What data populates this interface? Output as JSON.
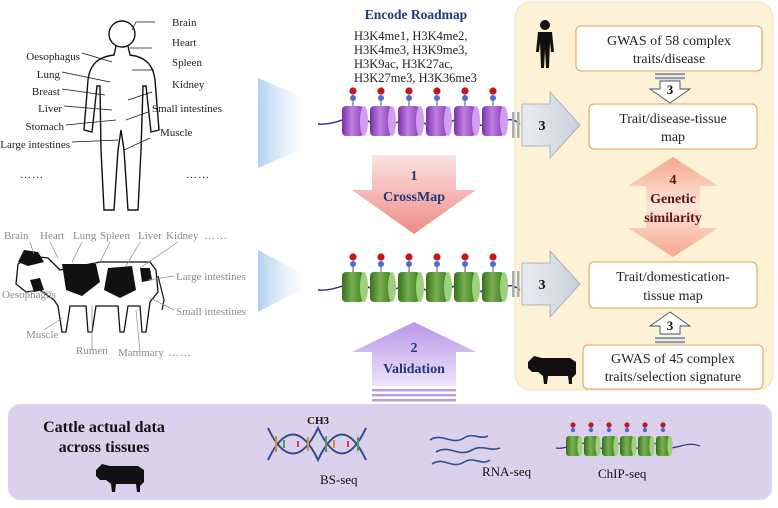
{
  "human": {
    "left_labels": [
      "Oesophagus",
      "Lung",
      "Breast",
      "Liver",
      "Stomach",
      "Large intestines"
    ],
    "right_labels": [
      "Brain",
      "Heart",
      "Spleen",
      "Kidney",
      "Small intestines",
      "Muscle"
    ],
    "ellipsis": "……"
  },
  "cattle": {
    "top_labels": [
      "Brain",
      "Heart",
      "Lung",
      "Spleen",
      "Liver",
      "Kidney",
      "……"
    ],
    "right_labels": [
      "Large intestines",
      "Small intestines"
    ],
    "left_labels": [
      "Oesophagus",
      "Muscle"
    ],
    "bottom_labels": [
      "Rumen",
      "Mammary",
      "……"
    ]
  },
  "encode": {
    "title": "Encode Roadmap",
    "marks": [
      "H3K4me1, H3K4me2,",
      "H3K4me3, H3K9me3,",
      "H3K9ac, H3K27ac,",
      "H3K27me3, H3K36me3"
    ]
  },
  "crossmap": {
    "number": "1",
    "label": "CrossMap"
  },
  "validation": {
    "number": "2",
    "label": "Validation"
  },
  "step3": "3",
  "boxes": {
    "gwas_human": [
      "GWAS of 58 complex",
      "traits/disease"
    ],
    "trait_tissue": [
      "Trait/disease-tissue",
      "map"
    ],
    "domestication": [
      "Trait/domestication-",
      "tissue map"
    ],
    "gwas_cattle": [
      "GWAS of 45 complex",
      "traits/selection signature"
    ]
  },
  "similarity": {
    "number": "4",
    "label": [
      "Genetic",
      "similarity"
    ]
  },
  "bottom": {
    "title": [
      "Cattle actual data",
      "across tissues"
    ],
    "ch3": "CH3",
    "bs": "BS-seq",
    "rna": "RNA-seq",
    "chip": "ChIP-seq"
  },
  "colors": {
    "panel_bg": "#fdf2d6",
    "box_border": "#e3a35a",
    "bottom_bg": "#dcd1ec",
    "human_nucleosome": "#9b4fc6",
    "cattle_nucleosome": "#4f8a2e",
    "crossmap_arrow": "#f1938f",
    "validation_arrow": "#b999e6",
    "navy_text": "#1f3a78"
  }
}
